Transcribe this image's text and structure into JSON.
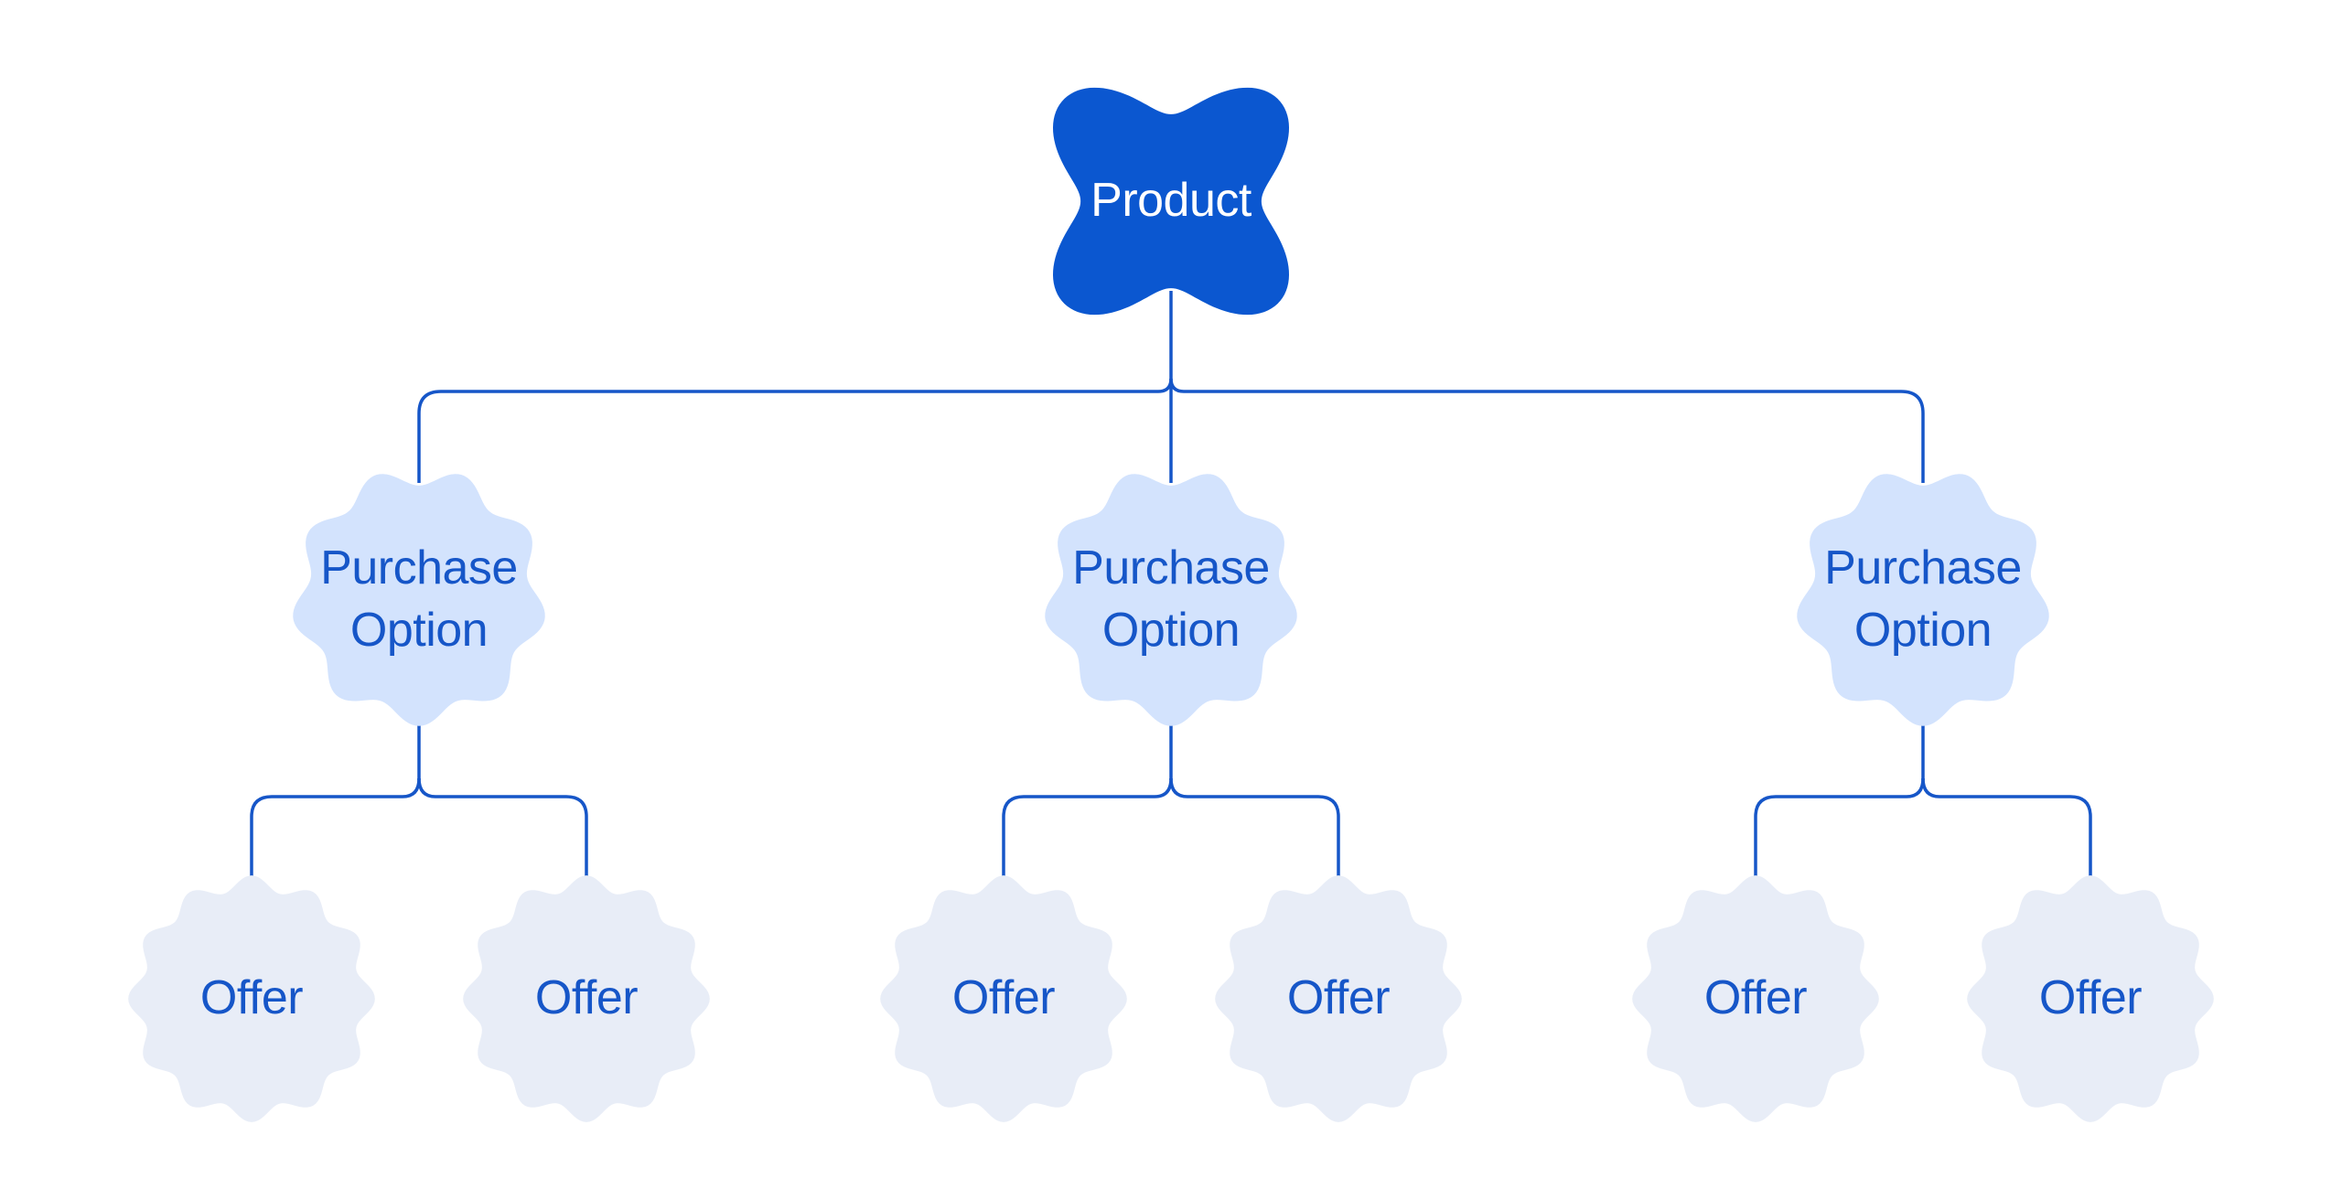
{
  "colors": {
    "background": "#FFFFFF",
    "product_fill": "#0B57D0",
    "product_text": "#FFFFFF",
    "purchase_option_fill": "#D3E3FD",
    "offer_fill": "#E8EDF7",
    "accent_text": "#1656C8",
    "connector": "#1656C8"
  },
  "tree": {
    "root": {
      "label": "Product"
    },
    "children": [
      {
        "label": "Purchase Option",
        "children": [
          {
            "label": "Offer"
          },
          {
            "label": "Offer"
          }
        ]
      },
      {
        "label": "Purchase Option",
        "children": [
          {
            "label": "Offer"
          },
          {
            "label": "Offer"
          }
        ]
      },
      {
        "label": "Purchase Option",
        "children": [
          {
            "label": "Offer"
          },
          {
            "label": "Offer"
          }
        ]
      }
    ]
  }
}
